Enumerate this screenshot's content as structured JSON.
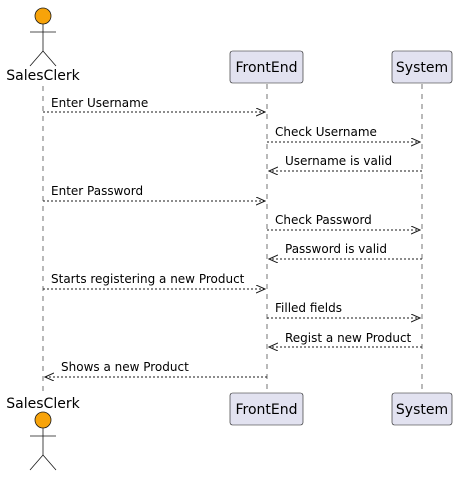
{
  "diagram": {
    "type": "sequence",
    "colors": {
      "actor_fill": "#F7A30A",
      "participant_fill": "#E2E2F0",
      "participant_border": "#181818",
      "lifeline": "#181818",
      "arrow": "#181818"
    },
    "actor": {
      "name": "SalesClerk",
      "icon": "stick-figure-icon"
    },
    "participants": [
      {
        "name": "FrontEnd"
      },
      {
        "name": "System"
      }
    ],
    "messages": [
      {
        "from": "SalesClerk",
        "to": "FrontEnd",
        "label": "Enter Username"
      },
      {
        "from": "FrontEnd",
        "to": "System",
        "label": "Check Username"
      },
      {
        "from": "System",
        "to": "FrontEnd",
        "label": "Username is valid"
      },
      {
        "from": "SalesClerk",
        "to": "FrontEnd",
        "label": "Enter Password"
      },
      {
        "from": "FrontEnd",
        "to": "System",
        "label": "Check Password"
      },
      {
        "from": "System",
        "to": "FrontEnd",
        "label": "Password is valid"
      },
      {
        "from": "SalesClerk",
        "to": "FrontEnd",
        "label": "Starts registering a new Product"
      },
      {
        "from": "FrontEnd",
        "to": "System",
        "label": "Filled fields"
      },
      {
        "from": "System",
        "to": "FrontEnd",
        "label": "Regist a new Product"
      },
      {
        "from": "FrontEnd",
        "to": "SalesClerk",
        "label": "Shows a new Product"
      }
    ]
  }
}
